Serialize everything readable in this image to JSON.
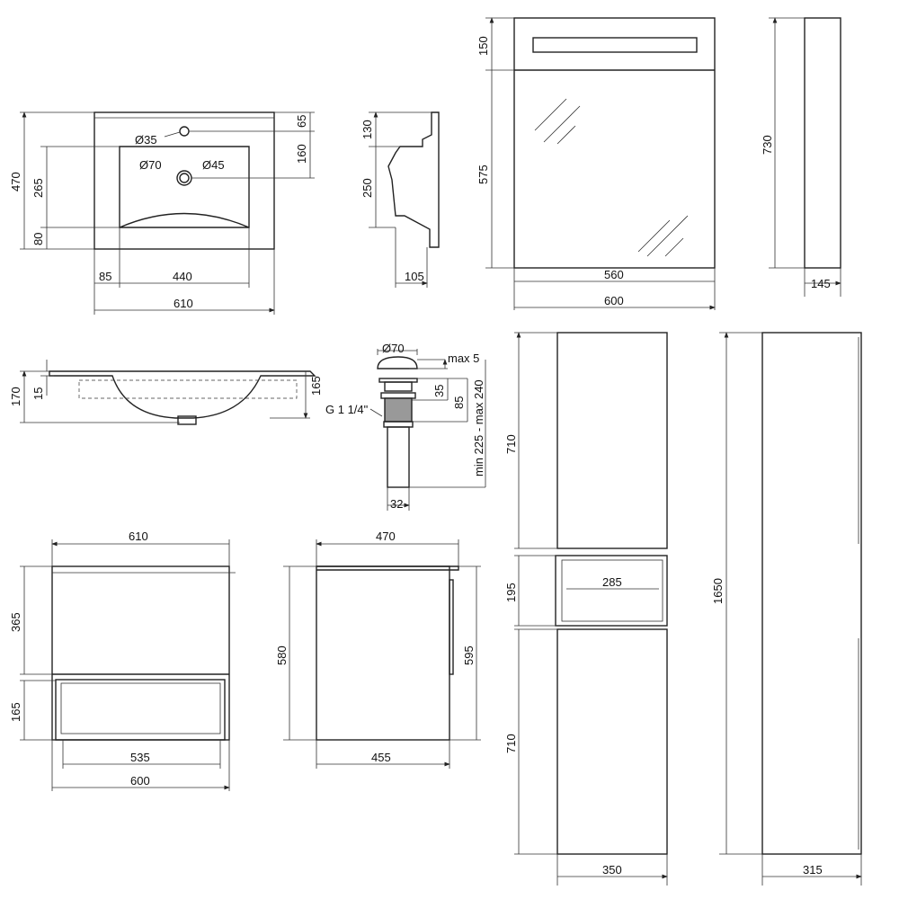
{
  "sink_top": {
    "width_total": "610",
    "depth_total": "470",
    "basin_depth": "265",
    "front_margin": "80",
    "tap_offset": "65",
    "drain_offset": "160",
    "tap_hole": "Ø35",
    "drain_outer": "Ø70",
    "drain_inner": "Ø45",
    "side_margin": "85",
    "basin_width": "440"
  },
  "sink_side": {
    "top": "130",
    "basin": "250",
    "depth": "105"
  },
  "mirror": {
    "light_height": "150",
    "mirror_height": "575",
    "inner_width": "560",
    "width": "600"
  },
  "mirror_side": {
    "height": "730",
    "depth": "145"
  },
  "sink_front": {
    "height": "170",
    "rim": "15",
    "right_height": "165"
  },
  "drain": {
    "diameter": "Ø70",
    "cap_max": "max 5",
    "cap_height": "35",
    "thread_height": "85",
    "total": "min 225 - max 240",
    "thread": "G 1 1/4\"",
    "pipe": "32"
  },
  "vanity_front": {
    "width": "610",
    "drawer": "365",
    "shelf": "165",
    "inner_width": "535",
    "width_body": "600"
  },
  "vanity_side": {
    "top_depth": "470",
    "height": "580",
    "height_total": "595",
    "depth": "455"
  },
  "tall_cabinet": {
    "upper_door": "710",
    "shelf": "195",
    "shelf_width": "285",
    "lower_door": "710",
    "width": "350",
    "height": "1650",
    "depth": "315"
  }
}
